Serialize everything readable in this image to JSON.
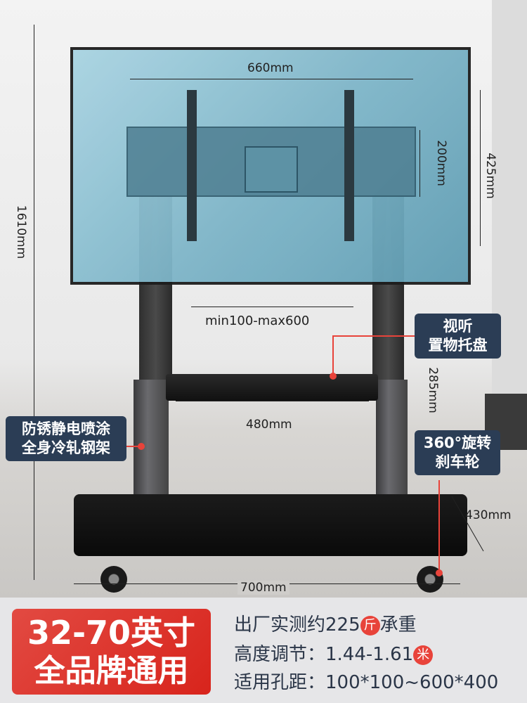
{
  "dimensions": {
    "total_height": "1610mm",
    "tv_width": "660mm",
    "bracket_height": "200mm",
    "tv_height": "425mm",
    "hole_range": "min100-max600",
    "tray_width": "480mm",
    "tray_height": "285mm",
    "base_depth": "430mm",
    "base_width": "700mm"
  },
  "callouts": {
    "tray": [
      "视听",
      "置物托盘"
    ],
    "frame": [
      "防锈静电喷涂",
      "全身冷轧钢架"
    ],
    "wheels": [
      "360°旋转",
      "刹车轮"
    ]
  },
  "banner": {
    "size": "32-70英寸",
    "compat": "全品牌通用"
  },
  "specs": {
    "load_prefix": "出厂实测约225",
    "load_unit": "斤",
    "load_suffix": "承重",
    "height_label": "高度调节：1.44-1.61",
    "height_unit": "米",
    "holes_label": "适用孔距：100*100~600*400"
  },
  "colors": {
    "accent_red": "#e8433a",
    "callout_navy": "#2b3d55",
    "banner_red": "#d8241c"
  }
}
